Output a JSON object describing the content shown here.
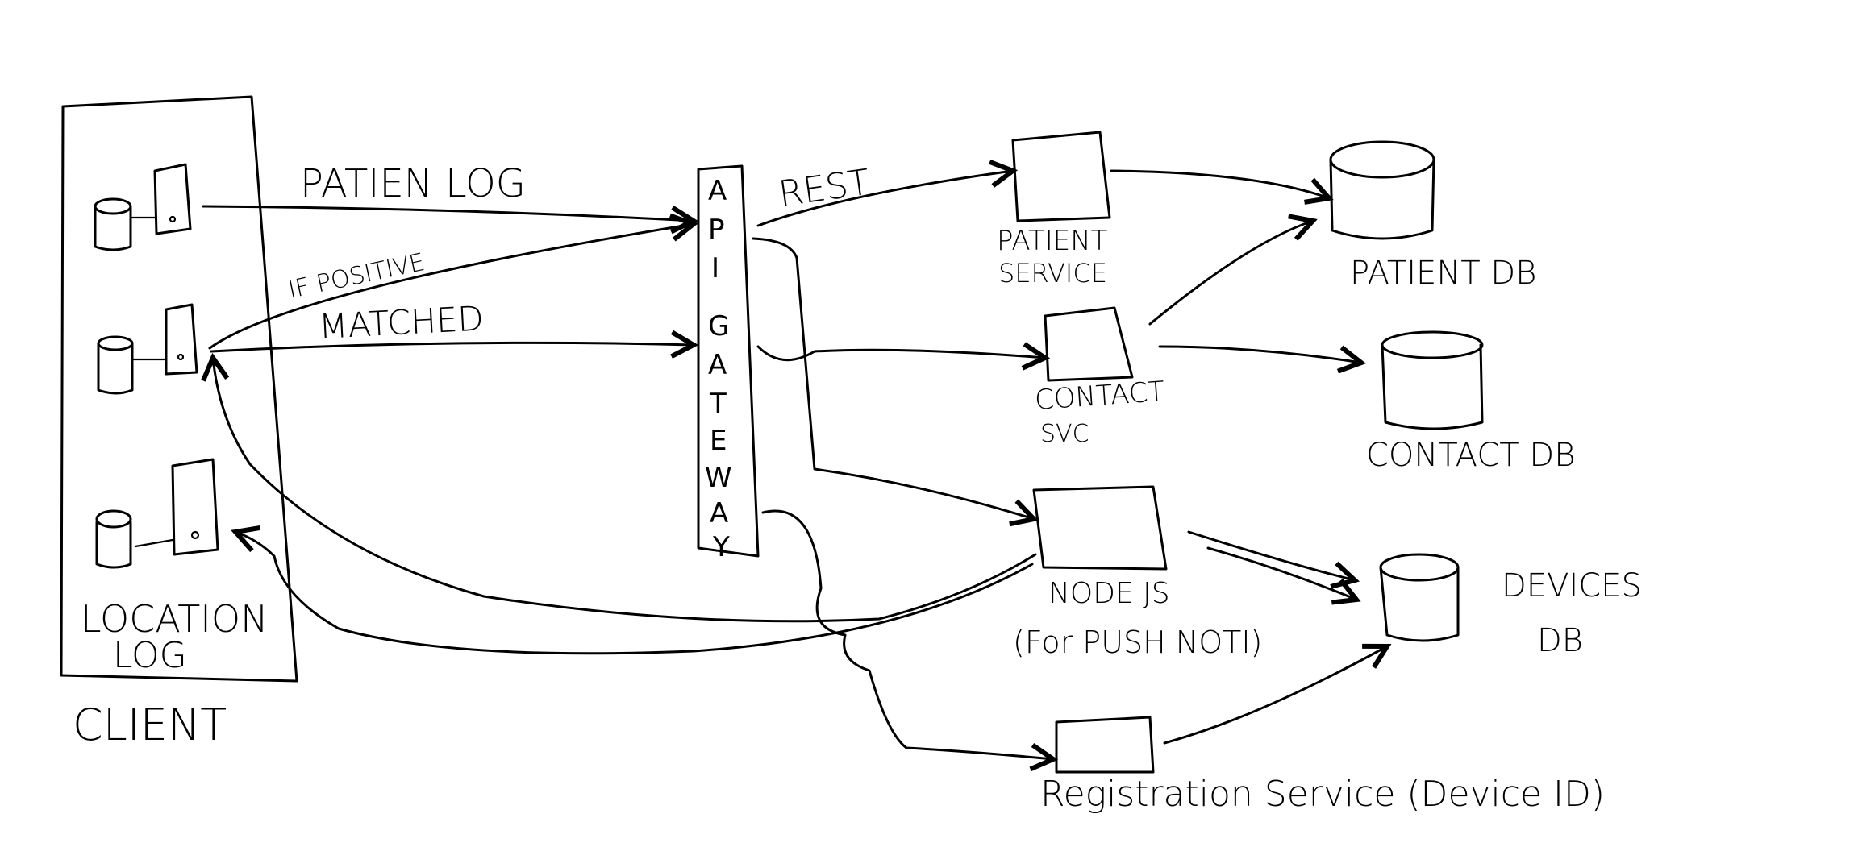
{
  "diagram": {
    "client": {
      "title": "CLIENT",
      "location_log": [
        "LOCATION",
        "LOG"
      ]
    },
    "connections": {
      "patient_log": "PATIEN LOG",
      "if_positive": "IF POSITIVE",
      "matched": "MATCHED",
      "rest": "REST"
    },
    "api_gateway": {
      "letters": [
        "A",
        "P",
        "I",
        "G",
        "A",
        "T",
        "E",
        "W",
        "A",
        "Y"
      ]
    },
    "services": {
      "patient_service": [
        "PATIENT",
        "SERVICE"
      ],
      "contact_svc": [
        "CONTACT",
        "SVC"
      ],
      "nodejs": [
        "NODE JS",
        "(For PUSH NOTI)"
      ],
      "registration": "Registration Service (Device ID)"
    },
    "databases": {
      "patient_db": "PATIENT DB",
      "contact_db": "CONTACT DB",
      "devices_db": [
        "DEVICES",
        "DB"
      ]
    }
  }
}
